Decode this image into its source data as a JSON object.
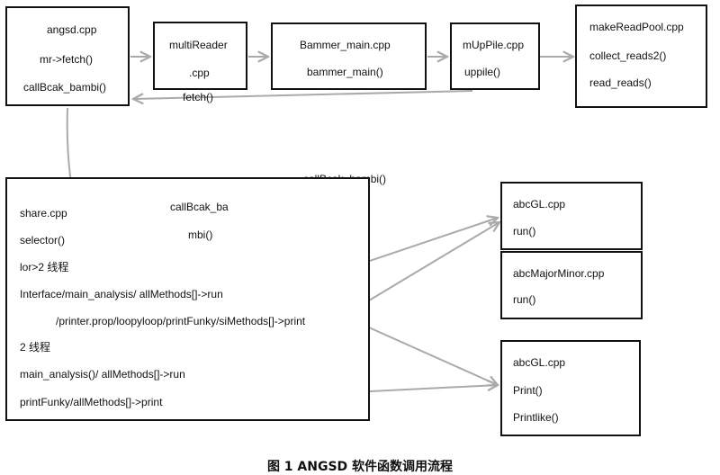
{
  "boxes": {
    "angsd": {
      "line1": "angsd.cpp",
      "line2": "mr->fetch()",
      "line3": "callBcak_bambi()"
    },
    "multireader": {
      "line1": "multiReader",
      "line2": ".cpp"
    },
    "bammer": {
      "line1": "Bammer_main.cpp",
      "line2": "bammer_main()"
    },
    "mupile": {
      "line1": "mUpPile.cpp",
      "line2": "uppile()"
    },
    "makereadpool": {
      "line1": "makeReadPool.cpp",
      "line2": "collect_reads2()",
      "line3": "read_reads()"
    },
    "share": {
      "inner_label_1": "callBcak_ba",
      "inner_label_2": "mbi()",
      "lines": [
        "share.cpp",
        "selector()",
        "lor>2 线程",
        "Interface/main_analysis/ allMethods[]->run",
        "/printer.prop/loopyloop/printFunky/siMethods[]->print",
        "2 线程",
        "main_analysis()/ allMethods[]->run",
        "printFunky/allMethods[]->print"
      ]
    },
    "abcgl1": {
      "line1": "abcGL.cpp",
      "line2": "run()"
    },
    "majorminor": {
      "line1": "abcMajorMinor.cpp",
      "line2": "run()"
    },
    "abcgl2": {
      "line1": "abcGL.cpp",
      "line2": "Print()",
      "line3": "Printlike()"
    }
  },
  "labels": {
    "fetch": "fetch()",
    "callback_top": "callBcak_bambi()"
  },
  "caption": "图 1    ANGSD 软件函数调用流程",
  "colors": {
    "arrow": "#aaaaaa",
    "border": "#111111"
  }
}
